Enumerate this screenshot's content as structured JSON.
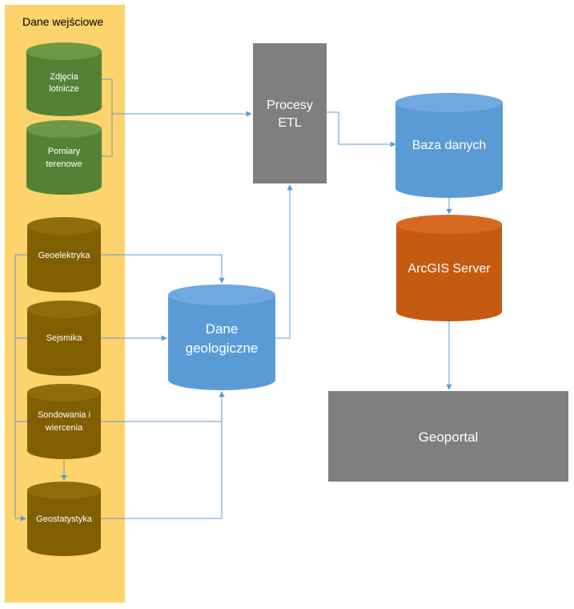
{
  "input_panel": {
    "title": "Dane wejściowe"
  },
  "nodes": {
    "zdjecia": {
      "line1": "Zdjęcia",
      "line2": "lotnicze"
    },
    "pomiary": {
      "line1": "Pomiary",
      "line2": "terenowe"
    },
    "geoelektryka": {
      "label": "Geoelektryka"
    },
    "sejsmika": {
      "label": "Sejsmika"
    },
    "sondowania": {
      "line1": "Sondowania i",
      "line2": "wiercenia"
    },
    "geostatystyka": {
      "label": "Geostatystyka"
    },
    "dane_geologiczne": {
      "line1": "Dane",
      "line2": "geologiczne"
    },
    "procesy_etl": {
      "line1": "Procesy",
      "line2": "ETL"
    },
    "baza_danych": {
      "label": "Baza danych"
    },
    "arcgis_server": {
      "label": "ArcGIS Server"
    },
    "geoportal": {
      "label": "Geoportal"
    }
  },
  "colors": {
    "panel": "#fdd36b",
    "green": "#548235",
    "brown": "#7f5f00",
    "blue": "#5b9bd5",
    "orange": "#c55a11",
    "gray": "#7f7f7f",
    "connector": "#5b9bd5"
  }
}
